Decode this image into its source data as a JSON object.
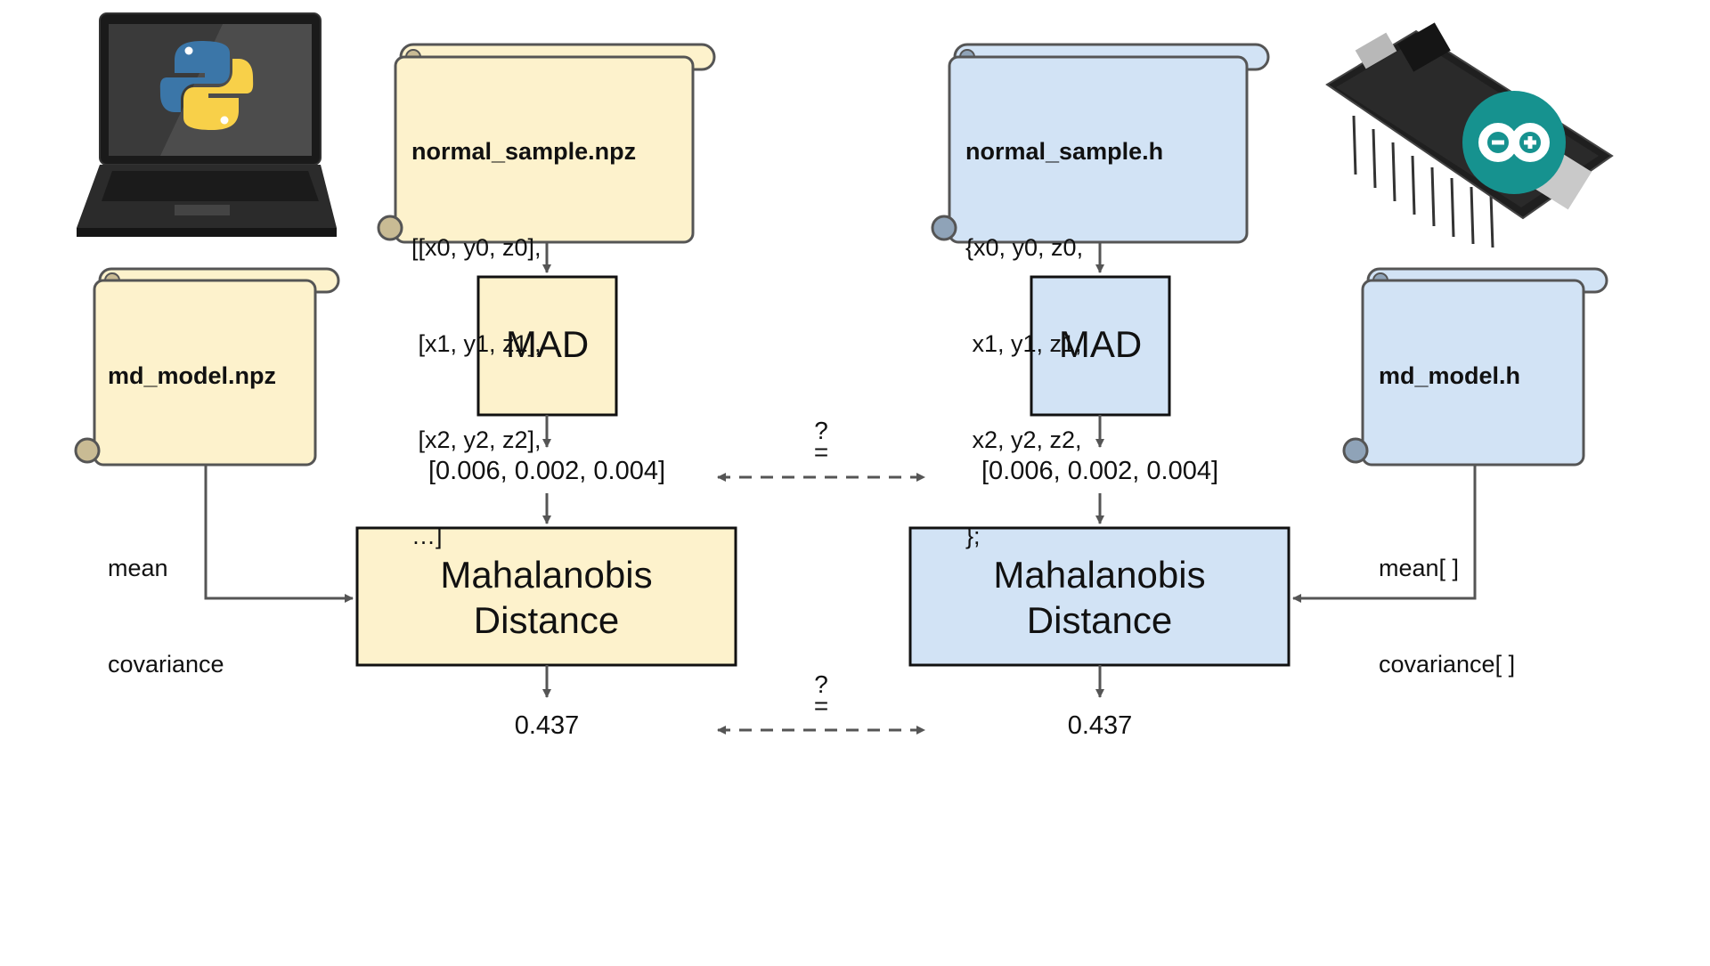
{
  "colors": {
    "python_fill": "#fdf2cc",
    "arduino_fill": "#d2e3f5",
    "stroke": "#555555",
    "text": "#111111"
  },
  "python": {
    "sample_file": {
      "title": "normal_sample.npz",
      "lines": [
        "[[x0, y0, z0],",
        " [x1, y1, z1],",
        " [x2, y2, z2],",
        "…]"
      ]
    },
    "model_file": {
      "title": "md_model.npz",
      "lines": [
        "",
        "mean",
        "covariance"
      ]
    },
    "mad_label": "MAD",
    "mad_output": "[0.006, 0.002, 0.004]",
    "md_label_line1": "Mahalanobis",
    "md_label_line2": "Distance",
    "md_output": "0.437",
    "device_icon": "laptop-python-icon"
  },
  "arduino": {
    "sample_file": {
      "title": "normal_sample.h",
      "lines": [
        "{x0, y0, z0,",
        " x1, y1, z1,",
        " x2, y2, z2,",
        "};"
      ]
    },
    "model_file": {
      "title": "md_model.h",
      "lines": [
        "",
        "mean[ ]",
        "covariance[ ]"
      ]
    },
    "mad_label": "MAD",
    "mad_output": "[0.006, 0.002, 0.004]",
    "md_label_line1": "Mahalanobis",
    "md_label_line2": "Distance",
    "md_output": "0.437",
    "device_icon": "arduino-board-icon"
  },
  "compare_symbol": "?",
  "compare_equals": "="
}
